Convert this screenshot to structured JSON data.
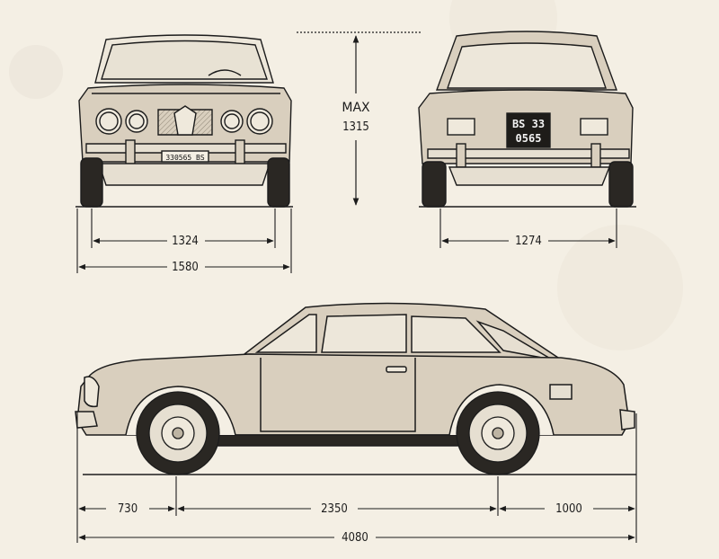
{
  "diagram": {
    "front_view": {
      "plate_text": "330565 BS",
      "track_label": "1324",
      "width_label": "1580"
    },
    "rear_view": {
      "plate_line1": "BS 33",
      "plate_line2": "0565",
      "track_label": "1274"
    },
    "height": {
      "prefix": "MAX",
      "value": "1315"
    },
    "side_view": {
      "front_overhang": "730",
      "wheelbase": "2350",
      "rear_overhang": "1000",
      "overall_length": "4080"
    }
  },
  "colors": {
    "paper": "#f4efe4",
    "ink": "#1c1c1c",
    "body_shade": "#d9cfbe",
    "glass": "#ede7da"
  }
}
